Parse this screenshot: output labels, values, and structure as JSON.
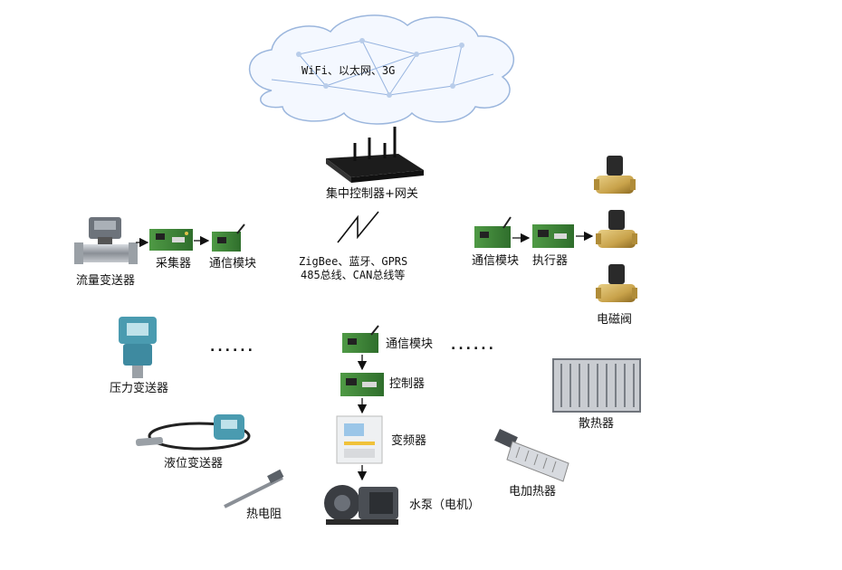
{
  "cloud": {
    "label": "WiFi、以太网、3G"
  },
  "gateway": {
    "label": "集中控制器+网关"
  },
  "wireless": {
    "line1": "ZigBee、蓝牙、GPRS",
    "line2": "485总线、CAN总线等"
  },
  "left_chain": {
    "flow_label": "流量变送器",
    "collector_label": "采集器",
    "comm_label": "通信模块"
  },
  "right_chain": {
    "comm_label": "通信模块",
    "actuator_label": "执行器",
    "valve_label": "电磁阀"
  },
  "sensors": {
    "pressure_label": "压力变送器",
    "level_label": "液位变送器",
    "thermal_label": "热电阻"
  },
  "center_chain": {
    "comm_label": "通信模块",
    "controller_label": "控制器",
    "inverter_label": "变频器",
    "pump_label": "水泵（电机）"
  },
  "right_devices": {
    "radiator_label": "散热器",
    "heater_label": "电加热器"
  },
  "ellipsis": {
    "left": "......",
    "right": "......"
  },
  "colors": {
    "board_green": "#3f8a3a",
    "metal": "#8a8f96",
    "brass": "#c8a24a",
    "cloud_line": "#7fa3d8",
    "accent_blue": "#2a6cc4"
  }
}
